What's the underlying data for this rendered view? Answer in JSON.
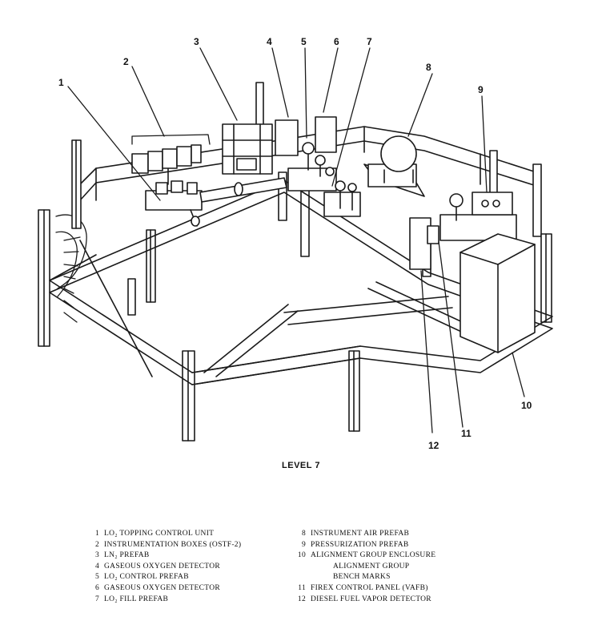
{
  "caption": "LEVEL 7",
  "callouts": [
    "1",
    "2",
    "3",
    "4",
    "5",
    "6",
    "7",
    "8",
    "9",
    "10",
    "11",
    "12"
  ],
  "legend_left": [
    {
      "num": "1",
      "text": "LO₂ TOPPING CONTROL UNIT"
    },
    {
      "num": "2",
      "text": "INSTRUMENTATION BOXES (OSTF-2)"
    },
    {
      "num": "3",
      "text": "LN₂ PREFAB"
    },
    {
      "num": "4",
      "text": "GASEOUS OXYGEN DETECTOR"
    },
    {
      "num": "5",
      "text": "LO₂ CONTROL PREFAB"
    },
    {
      "num": "6",
      "text": "GASEOUS OXYGEN DETECTOR"
    },
    {
      "num": "7",
      "text": "LO₂ FILL PREFAB"
    }
  ],
  "legend_right": [
    {
      "num": "8",
      "text": "INSTRUMENT AIR PREFAB"
    },
    {
      "num": "9",
      "text": "PRESSURIZATION PREFAB"
    },
    {
      "num": "10",
      "text": "ALIGNMENT GROUP ENCLOSURE"
    },
    {
      "num": "",
      "text": "ALIGNMENT GROUP"
    },
    {
      "num": "",
      "text": "BENCH MARKS"
    },
    {
      "num": "11",
      "text": "FIREX CONTROL PANEL (VAFB)"
    },
    {
      "num": "12",
      "text": "DIESEL FUEL VAPOR DETECTOR"
    }
  ]
}
